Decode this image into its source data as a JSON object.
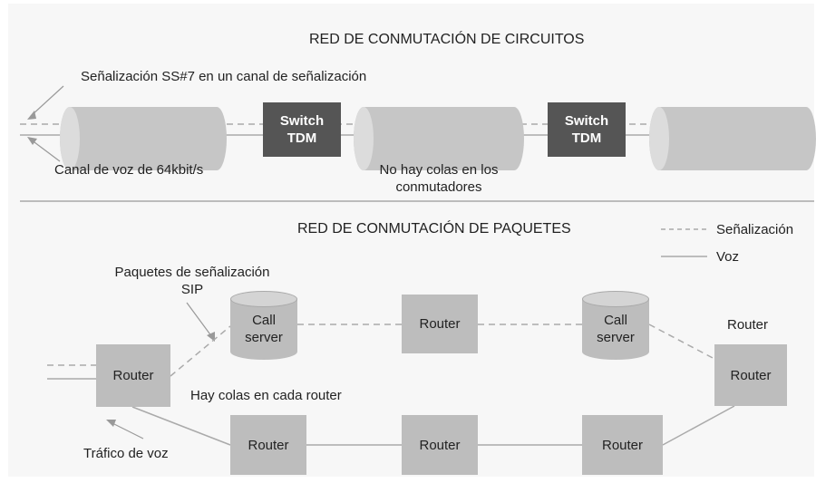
{
  "circuit": {
    "title": "RED DE CONMUTACIÓN DE CIRCUITOS",
    "signaling_label": "Señalización SS#7 en un canal de señalización",
    "voice_channel_label": "Canal de voz de 64kbit/s",
    "no_queues_label_1": "No hay colas en los",
    "no_queues_label_2": "conmutadores",
    "switch_1": [
      "Switch",
      "TDM"
    ],
    "switch_2": [
      "Switch",
      "TDM"
    ]
  },
  "packet": {
    "title": "RED DE CONMUTACIÓN DE PAQUETES",
    "sip_label_1": "Paquetes de señalización",
    "sip_label_2": "SIP",
    "queues_label": "Hay colas en cada router",
    "voice_traffic_label": "Tráfico de voz",
    "router_label": "Router",
    "router_caption": "Router",
    "call_server": [
      "Call",
      "server"
    ]
  },
  "legend": {
    "signaling": "Señalización",
    "voice": "Voz"
  },
  "colors": {
    "switch": "#555555",
    "router": "#bdbdbd",
    "cylinder": "#c6c6c6",
    "line": "#aaaaaa"
  }
}
